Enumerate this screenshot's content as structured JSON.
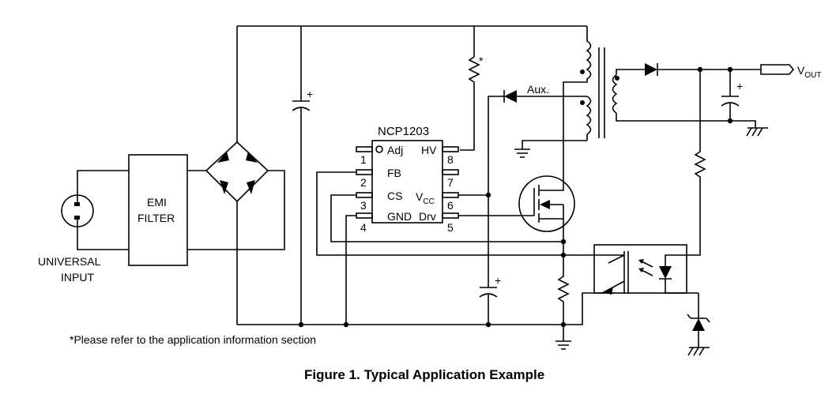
{
  "diagram": {
    "emi_filter_line1": "EMI",
    "emi_filter_line2": "FILTER",
    "input_line1": "UNIVERSAL",
    "input_line2": "INPUT",
    "ic_name": "NCP1203",
    "pins": {
      "p1": "1",
      "p2": "2",
      "p3": "3",
      "p4": "4",
      "p5": "5",
      "p6": "6",
      "p7": "7",
      "p8": "8",
      "adj": "Adj",
      "fb": "FB",
      "cs": "CS",
      "gnd": "GND",
      "hv": "HV",
      "vcc_main": "V",
      "vcc_sub": "CC",
      "drv": "Drv"
    },
    "aux_label": "Aux.",
    "vout_main": "V",
    "vout_sub": "OUT",
    "plus": "+",
    "asterisk": "*",
    "footnote": "*Please refer to the application information section",
    "caption": "Figure 1. Typical Application Example"
  }
}
